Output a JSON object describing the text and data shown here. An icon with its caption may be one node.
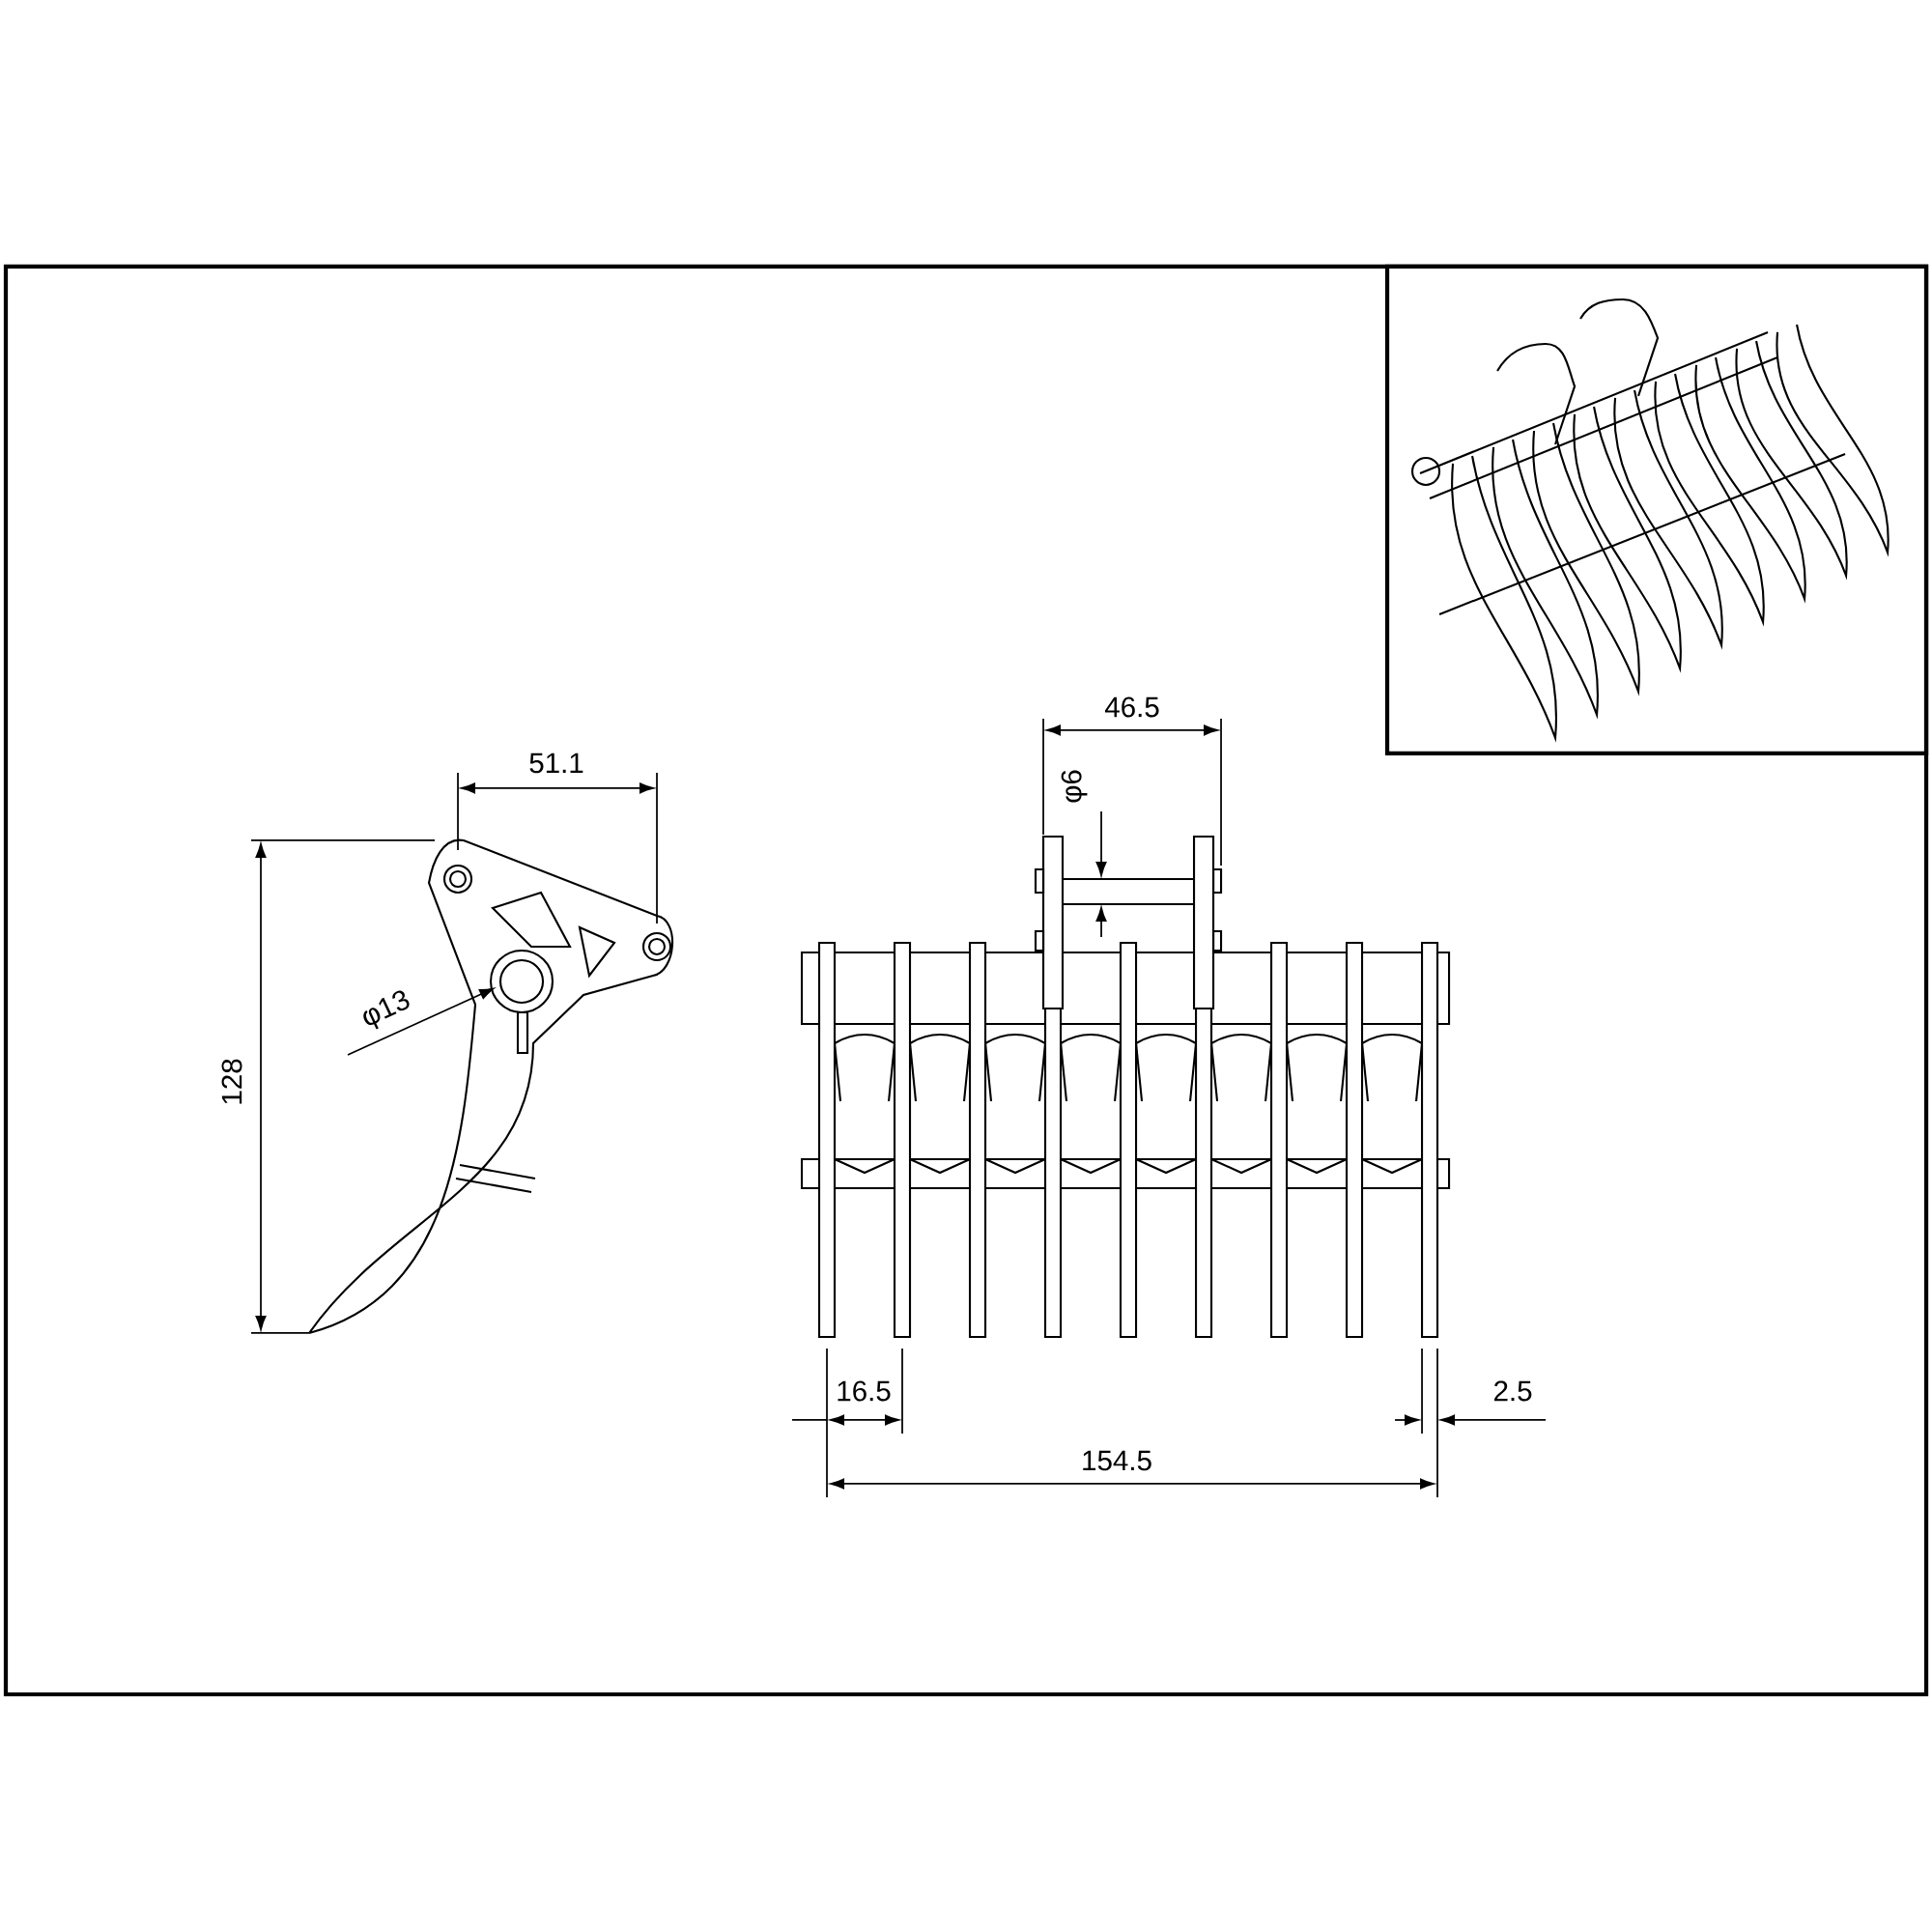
{
  "diagram": {
    "labels": [
      "51.1",
      "128",
      "φ13",
      "46.5",
      "φ6",
      "16.5",
      "2.5",
      "154.5"
    ]
  }
}
